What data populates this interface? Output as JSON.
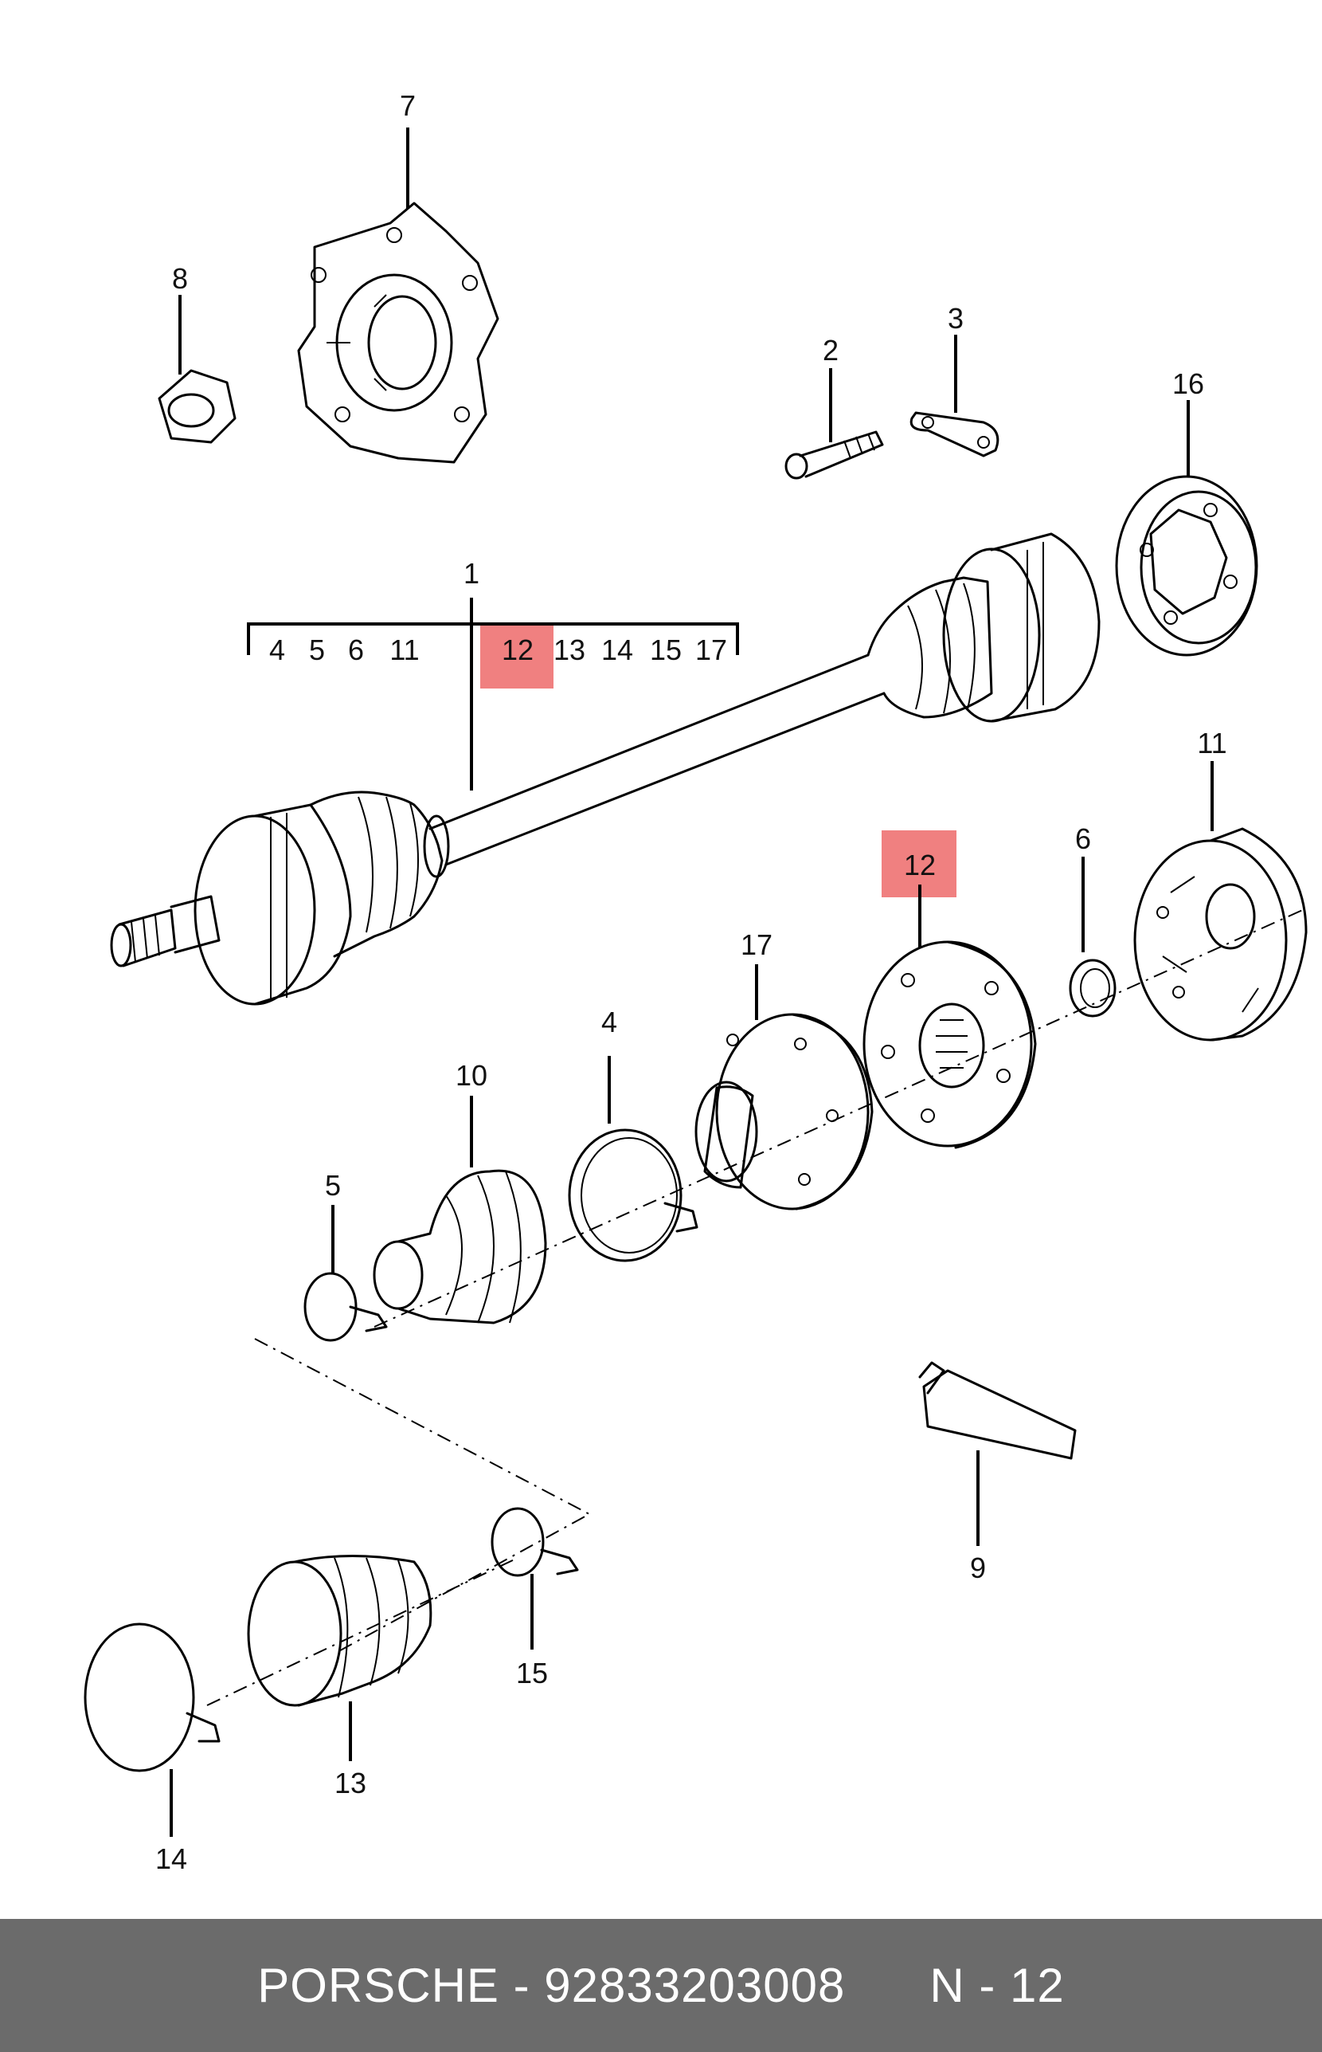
{
  "diagram": {
    "labels": {
      "p1": "1",
      "p2": "2",
      "p3": "3",
      "p4": "4",
      "p5": "5",
      "p6": "6",
      "p7": "7",
      "p8": "8",
      "p9": "9",
      "p10": "10",
      "p11": "11",
      "p12": "12",
      "p13": "13",
      "p14": "14",
      "p15": "15",
      "p16": "16",
      "p17": "17"
    },
    "kit_list": [
      "4",
      "5",
      "6",
      "11",
      "12",
      "13",
      "14",
      "15",
      "17"
    ],
    "highlighted_part": "12",
    "highlight_color": "#f08080"
  },
  "footer": {
    "brand": "PORSCHE",
    "separator": " - ",
    "part_number": "92833203008",
    "page_ref": "N - 12",
    "background": "#6b6b6b"
  }
}
